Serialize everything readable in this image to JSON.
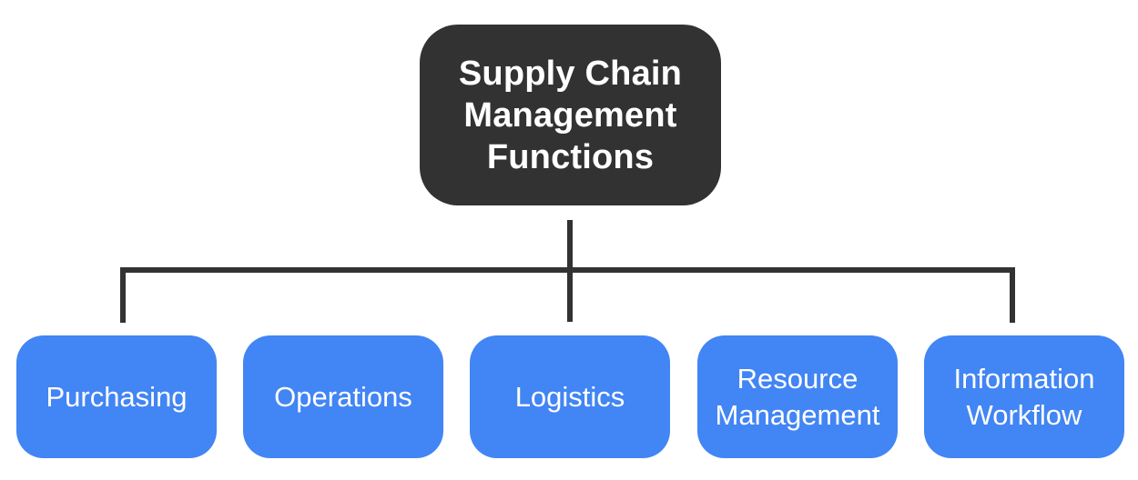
{
  "diagram": {
    "type": "hierarchy",
    "root": {
      "label": "Supply Chain Management Functions"
    },
    "children": [
      {
        "label": "Purchasing"
      },
      {
        "label": "Operations"
      },
      {
        "label": "Logistics"
      },
      {
        "label": "Resource Management"
      },
      {
        "label": "Information Workflow"
      }
    ],
    "colors": {
      "root_box": "#323232",
      "child_box": "#4285f4",
      "connector": "#323232",
      "label_text": "#ffffff",
      "background": "#ffffff"
    }
  }
}
